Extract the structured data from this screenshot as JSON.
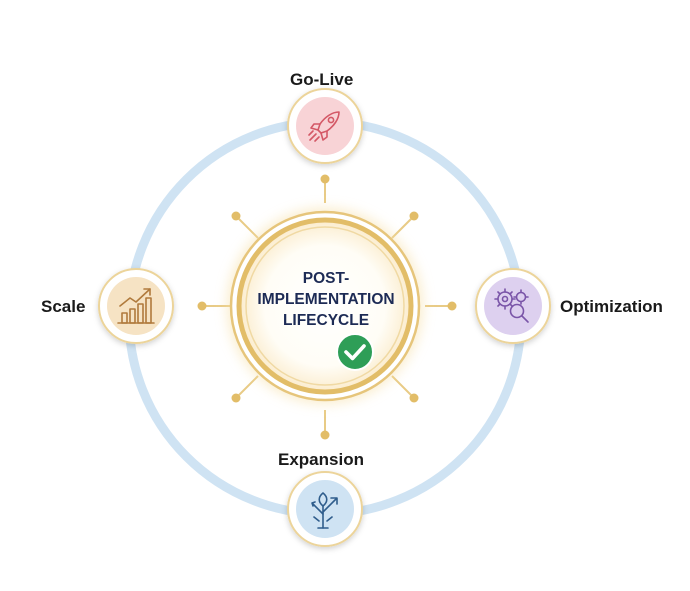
{
  "center": {
    "line1": "POST-",
    "line2": "IMPLEMENTATION",
    "line3": "LIFECYCLE"
  },
  "stages": {
    "golive": {
      "label": "Go-Live",
      "icon": "rocket-icon"
    },
    "optimization": {
      "label": "Optimization",
      "icon": "gears-magnifier-icon"
    },
    "expansion": {
      "label": "Expansion",
      "icon": "branching-arrows-plant-icon"
    },
    "scale": {
      "label": "Scale",
      "icon": "growth-chart-icon"
    }
  },
  "colors": {
    "outer_ring": "#cfe3f3",
    "gold": "#e2bd68",
    "golive_fill": "#f8d3d6",
    "optimization_fill": "#ddd0ef",
    "expansion_fill": "#cfe3f3",
    "scale_fill": "#f6e3c4",
    "check_badge": "#2e9e57",
    "center_text": "#1d2b55"
  }
}
